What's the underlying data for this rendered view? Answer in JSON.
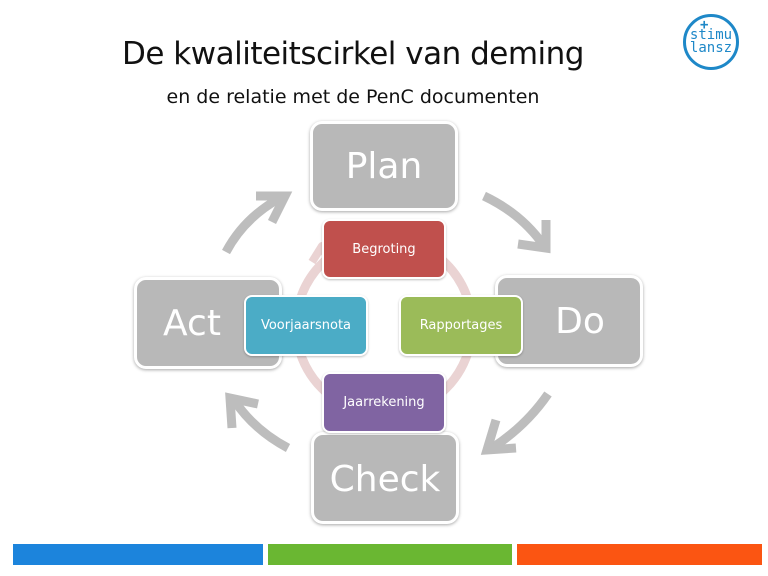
{
  "slide": {
    "title": "De kwaliteitscirkel van deming",
    "subtitle": "en de relatie met de PenC documenten"
  },
  "logo": {
    "line1": "stimu",
    "line2": "lansz",
    "symbol": "+",
    "color": "#1e88c8"
  },
  "pdca_cycle": [
    {
      "label": "Plan",
      "position": "top"
    },
    {
      "label": "Do",
      "position": "right"
    },
    {
      "label": "Check",
      "position": "bottom"
    },
    {
      "label": "Act",
      "position": "left"
    }
  ],
  "documents": [
    {
      "label": "Begroting",
      "color": "#c0504d",
      "linked_to": "Plan"
    },
    {
      "label": "Rapportages",
      "color": "#9bbb59",
      "linked_to": "Do"
    },
    {
      "label": "Jaarrekening",
      "color": "#8064a2",
      "linked_to": "Check"
    },
    {
      "label": "Voorjaarsnota",
      "color": "#4bacc6",
      "linked_to": "Act"
    }
  ],
  "colors": {
    "pdca_box": "#b8b8b8",
    "outer_arrows": "#bdbdbd",
    "inner_circle": "#e6cccc"
  },
  "footer_bars": [
    {
      "name": "blue",
      "color": "#1c84dc"
    },
    {
      "name": "green",
      "color": "#6ab732"
    },
    {
      "name": "orange",
      "color": "#fb5512"
    }
  ]
}
